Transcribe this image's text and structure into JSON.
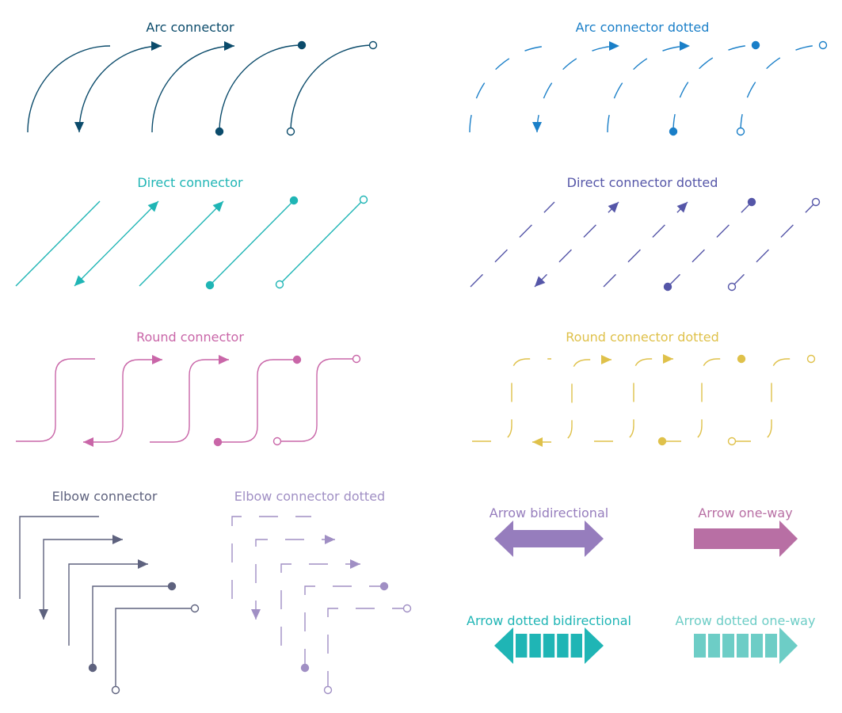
{
  "sections": {
    "arc": {
      "title": "Arc connector",
      "color": "#0b4b6b",
      "style": "solid"
    },
    "arc_dotted": {
      "title": "Arc connector dotted",
      "color": "#1a7fc8",
      "style": "dashed"
    },
    "direct": {
      "title": "Direct connector",
      "color": "#1fb5b5",
      "style": "solid"
    },
    "direct_dotted": {
      "title": "Direct connector dotted",
      "color": "#5556a8",
      "style": "dashed"
    },
    "round": {
      "title": "Round connector",
      "color": "#c966a8",
      "style": "solid"
    },
    "round_dotted": {
      "title": "Round connector dotted",
      "color": "#dfc14a",
      "style": "dashed"
    },
    "elbow": {
      "title": "Elbow connector",
      "color": "#5e627e",
      "style": "solid"
    },
    "elbow_dotted": {
      "title": "Elbow connector dotted",
      "color": "#a08fc4",
      "style": "dashed"
    },
    "arrow_bi": {
      "title": "Arrow bidirectional",
      "color": "#967dbd",
      "style": "solid"
    },
    "arrow_one": {
      "title": "Arrow one-way",
      "color": "#b86fa4",
      "style": "solid"
    },
    "arrow_dotted_bi": {
      "title": "Arrow dotted bidirectional",
      "color": "#1fb5b5",
      "style": "segmented"
    },
    "arrow_dotted_one": {
      "title": "Arrow dotted one-way",
      "color": "#6dcdc6",
      "style": "segmented"
    }
  },
  "connector_variants": [
    "plain",
    "bidirectional-arrow",
    "arrow",
    "filled-dot",
    "hollow-dot"
  ]
}
